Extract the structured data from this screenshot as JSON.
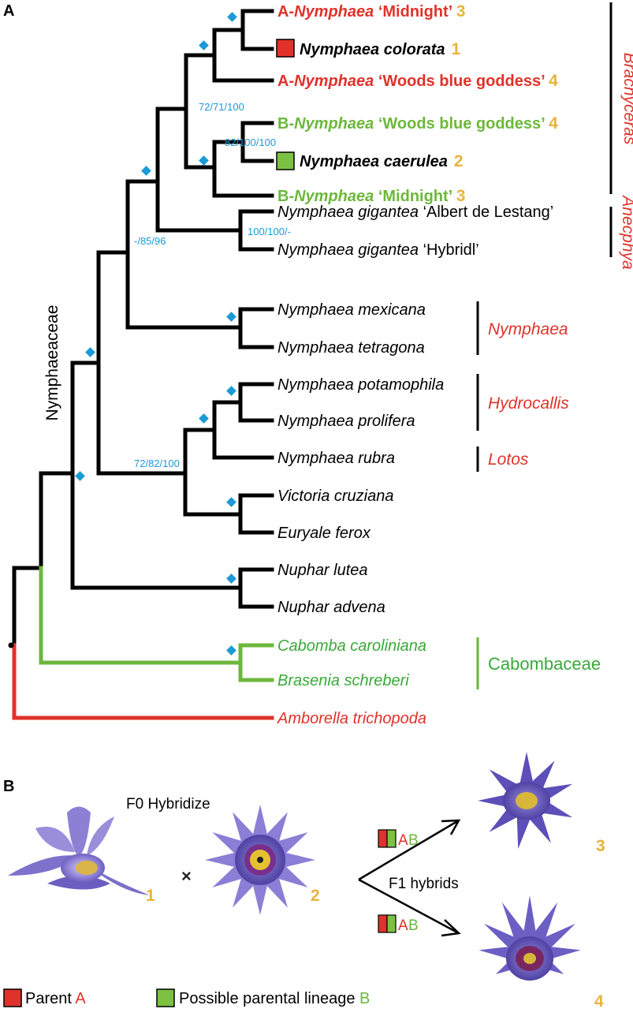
{
  "panels": {
    "a": "A",
    "b": "B"
  },
  "colors": {
    "black": "#000000",
    "red": "#e0322a",
    "green": "#6cb83a",
    "gold": "#e8b33e",
    "blue": "#1b9ad6"
  },
  "icons": [
    "diamond-support-icon",
    "red-square-icon",
    "green-square-icon",
    "cross-icon",
    "arrow-icon",
    "flower-photo"
  ],
  "tree": {
    "family_label": "Nymphaeaceae",
    "supports": {
      "s1": "72/71/100",
      "s2": "82/100/100",
      "s3": "-/85/96",
      "s4": "100/100/-",
      "s5": "72/82/100"
    },
    "taxa": {
      "t1": {
        "prefix": "A-",
        "genus": "Nymphaea",
        "suffix": " ‘Midnight’ ",
        "num": "3"
      },
      "t2": {
        "name": "Nymphaea colorata",
        "num": "1"
      },
      "t3": {
        "prefix": "A-",
        "genus": "Nymphaea",
        "suffix": " ‘Woods blue goddess’ ",
        "num": "4"
      },
      "t4": {
        "prefix": "B-",
        "genus": "Nymphaea",
        "suffix": " ‘Woods blue goddess’ ",
        "num": "4"
      },
      "t5": {
        "name": "Nymphaea caerulea",
        "num": "2"
      },
      "t6": {
        "prefix": "B-",
        "genus": "Nymphaea",
        "suffix": " ‘Midnight’ ",
        "num": "3"
      },
      "t7": {
        "genus": "Nymphaea gigantea",
        "cultivar": " ‘Albert de Lestang’"
      },
      "t8": {
        "genus": "Nymphaea gigantea",
        "cultivar": " ‘Hybridl’"
      },
      "t9": "Nymphaea mexicana",
      "t10": "Nymphaea tetragona",
      "t11": "Nymphaea potamophila",
      "t12": "Nymphaea prolifera",
      "t13": "Nymphaea rubra",
      "t14": "Victoria cruziana",
      "t15": "Euryale ferox",
      "t16": "Nuphar lutea",
      "t17": "Nuphar advena",
      "t18": "Cabomba caroliniana",
      "t19": "Brasenia schreberi",
      "t20": "Amborella trichopoda"
    },
    "clades": {
      "brachyceras": "Brachyceras",
      "anecphya": "Anecphya",
      "nymphaea": "Nymphaea",
      "hydrocallis": "Hydrocallis",
      "lotos": "Lotos",
      "cabombaceae": "Cabombaceae"
    }
  },
  "hybrid": {
    "f0_label": "F0 Hybridize",
    "f1_label": "F1 hybrids",
    "ab_a": "A",
    "ab_b": "B",
    "flower_nums": [
      "1",
      "2",
      "3",
      "4"
    ],
    "legend_parent_prefix": "Parent ",
    "legend_parent_letter": "A",
    "legend_lineage_prefix": "Possible parental lineage ",
    "legend_lineage_letter": "B"
  }
}
